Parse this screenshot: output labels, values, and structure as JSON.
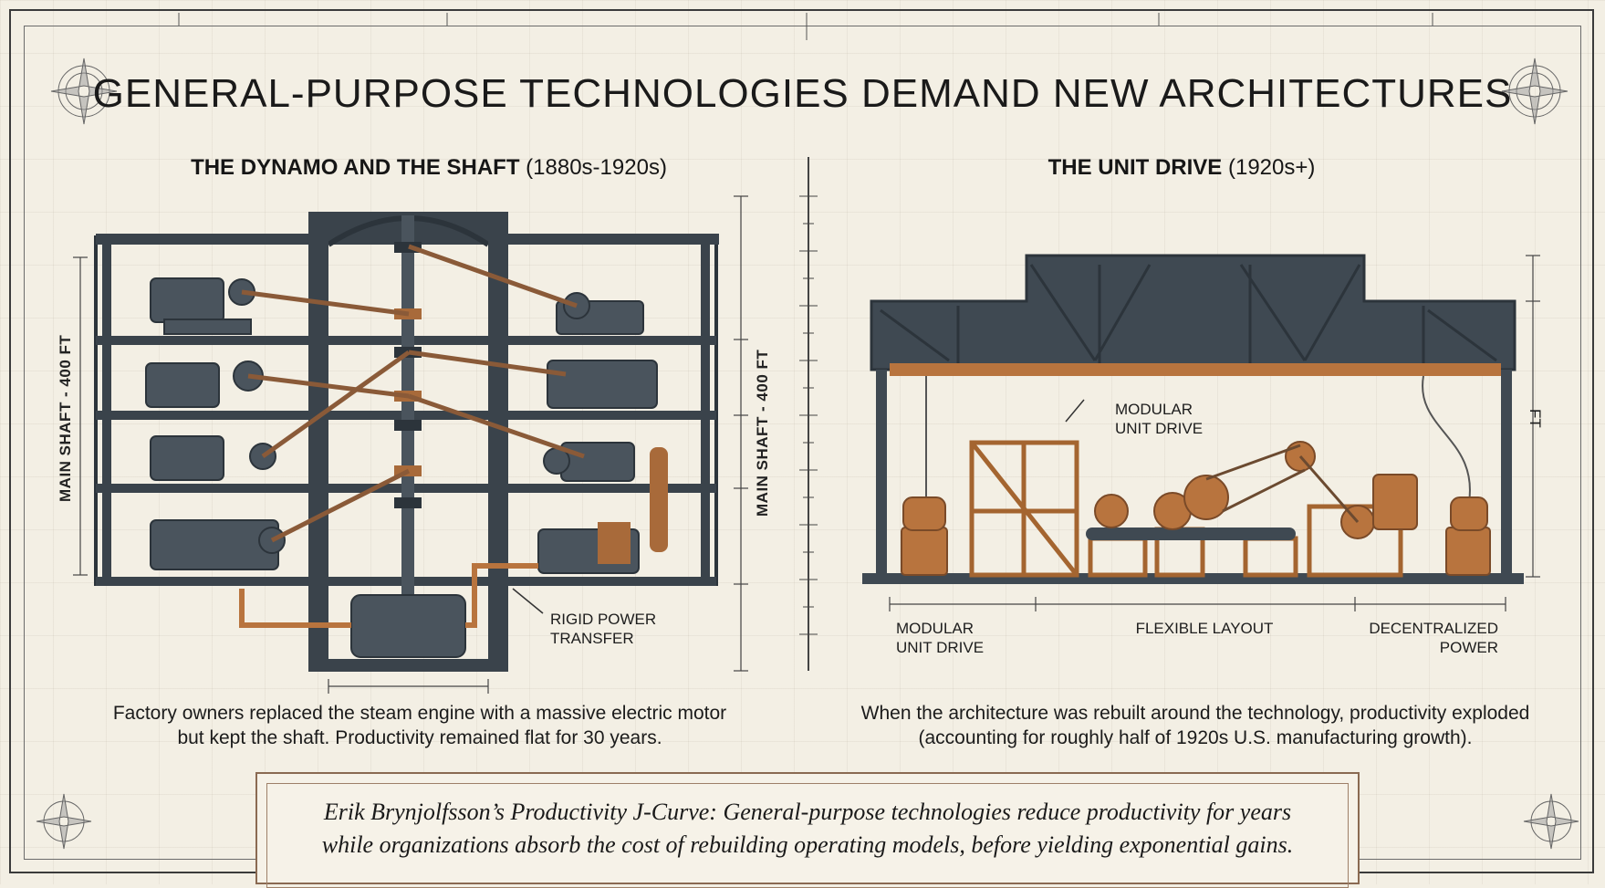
{
  "title": "GENERAL-PURPOSE TECHNOLOGIES DEMAND NEW ARCHITECTURES",
  "left": {
    "heading": "THE DYNAMO AND THE SHAFT",
    "years": "(1880s-1920s)",
    "axis_left": "MAIN SHAFT - 400 FT",
    "axis_right": "MAIN SHAFT - 400 FT",
    "callout_line1": "RIGID POWER",
    "callout_line2": "TRANSFER",
    "caption_line1": "Factory owners replaced the steam engine with a massive electric motor",
    "caption_line2": "but kept the shaft. Productivity remained flat for 30 years."
  },
  "right": {
    "heading": "THE UNIT DRIVE",
    "years": "(1920s+)",
    "callout_line1": "MODULAR",
    "callout_line2": "UNIT DRIVE",
    "dim_label": "FT",
    "zones": [
      {
        "line1": "MODULAR",
        "line2": "UNIT DRIVE"
      },
      {
        "line1": "FLEXIBLE LAYOUT",
        "line2": ""
      },
      {
        "line1": "DECENTRALIZED",
        "line2": "POWER"
      }
    ],
    "caption_line1": "When the architecture was rebuilt around the technology, productivity exploded",
    "caption_line2": "(accounting for roughly half of 1920s U.S. manufacturing growth)."
  },
  "quote": {
    "line1": "Erik Brynjolfsson’s Productivity J-Curve: General-purpose technologies reduce productivity for years",
    "line2": "while organizations absorb the cost of rebuilding operating models, before yielding exponential gains."
  },
  "colors": {
    "steel": "#3f4952",
    "steel_dark": "#2c343b",
    "copper": "#b8743e",
    "belt": "#8a5a38",
    "frame": "#3b3b3b"
  }
}
